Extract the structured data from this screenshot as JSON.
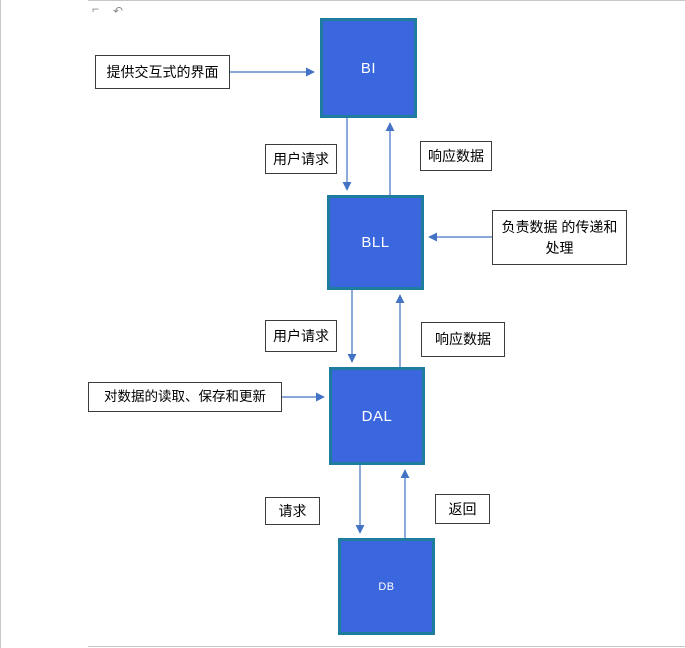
{
  "page": {
    "corner_mark": "⌐",
    "anchor_mark": "↶"
  },
  "nodes": [
    {
      "id": "bi",
      "label": "BI"
    },
    {
      "id": "bll",
      "label": "BLL"
    },
    {
      "id": "dal",
      "label": "DAL"
    },
    {
      "id": "db",
      "label": "DB"
    }
  ],
  "labels": [
    {
      "id": "provide-interface",
      "text": "提供交互式的界面"
    },
    {
      "id": "user-request-top",
      "text": "用户请求"
    },
    {
      "id": "response-data-top",
      "text": "响应数据"
    },
    {
      "id": "data-transfer-processing",
      "text": "负责数据 的传递和处理"
    },
    {
      "id": "user-request-mid",
      "text": "用户请求"
    },
    {
      "id": "response-data-mid",
      "text": "响应数据"
    },
    {
      "id": "data-read-save-update",
      "text": "对数据的读取、保存和更新"
    },
    {
      "id": "request-bottom",
      "text": "请求"
    },
    {
      "id": "return-bottom",
      "text": "返回"
    }
  ],
  "arrows": [
    {
      "id": "provide-interface-to-bi",
      "direction": "right"
    },
    {
      "id": "bi-to-bll",
      "direction": "down"
    },
    {
      "id": "bll-to-bi",
      "direction": "up"
    },
    {
      "id": "transfer-to-bll",
      "direction": "left"
    },
    {
      "id": "bll-to-dal",
      "direction": "down"
    },
    {
      "id": "dal-to-bll",
      "direction": "up"
    },
    {
      "id": "crud-to-dal",
      "direction": "right"
    },
    {
      "id": "dal-to-db",
      "direction": "down"
    },
    {
      "id": "db-to-dal",
      "direction": "up"
    }
  ],
  "colors": {
    "node_fill": "#3a66de",
    "node_border": "#1e7d9e",
    "node_text": "#ffffff",
    "arrow": "#4472c4",
    "callout_border": "#3c3c3c",
    "page_edge": "#c6c6c6"
  }
}
